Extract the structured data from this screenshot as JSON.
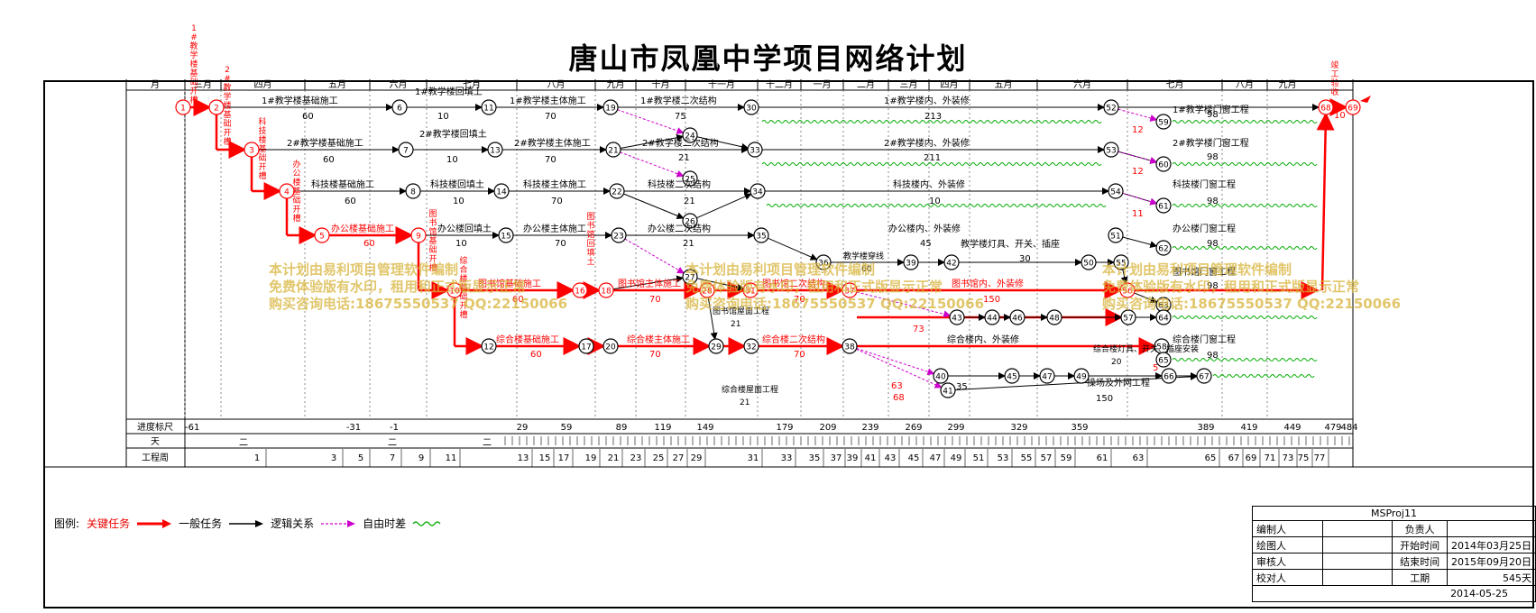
{
  "title": "唐山市凤凰中学项目网络计划",
  "timeline": {
    "month_first_label": "月",
    "months": [
      "三月",
      "四月",
      "五月",
      "六月",
      "七月",
      "八月",
      "九月",
      "十月",
      "十一月",
      "十二月",
      "一月",
      "二月",
      "三月",
      "四月",
      "五月",
      "六月",
      "七月",
      "八月",
      "九月"
    ],
    "scale_label": "进度标尺",
    "scale_ticks": [
      "-61",
      "-31",
      "-1",
      "29",
      "59",
      "89",
      "119",
      "149",
      "179",
      "209",
      "239",
      "269",
      "299",
      "329",
      "359",
      "389",
      "419",
      "449",
      "479",
      "484"
    ],
    "day_label": "天",
    "day_values": [
      "二",
      "二",
      "二"
    ],
    "week_label": "工程周",
    "week_numbers": [
      "1",
      "3",
      "5",
      "7",
      "9",
      "11",
      "13",
      "15",
      "17",
      "19",
      "21",
      "23",
      "25",
      "27",
      "29",
      "31",
      "33",
      "35",
      "37",
      "39",
      "41",
      "43",
      "45",
      "47",
      "49",
      "51",
      "53",
      "55",
      "57",
      "59",
      "61",
      "63",
      "65",
      "67",
      "69",
      "71",
      "73",
      "75",
      "77"
    ]
  },
  "network": {
    "nodes": [
      "1",
      "2",
      "3",
      "4",
      "5",
      "6",
      "7",
      "8",
      "9",
      "10",
      "11",
      "12",
      "13",
      "14",
      "15",
      "16",
      "17",
      "18",
      "19",
      "20",
      "21",
      "22",
      "23",
      "24",
      "25",
      "26",
      "27",
      "28",
      "29",
      "30",
      "31",
      "32",
      "33",
      "34",
      "35",
      "36",
      "37",
      "38",
      "39",
      "40",
      "41",
      "42",
      "43",
      "44",
      "45",
      "46",
      "47",
      "48",
      "49",
      "50",
      "51",
      "52",
      "53",
      "54",
      "55",
      "56",
      "57",
      "58",
      "59",
      "60",
      "61",
      "62",
      "63",
      "64",
      "65",
      "66",
      "67",
      "68",
      "69"
    ],
    "activities": [
      {
        "id": "a1",
        "label": "1#教学楼基础施工",
        "duration": "60"
      },
      {
        "id": "a2",
        "label": "1#教学楼回填土",
        "duration": "10"
      },
      {
        "id": "a3",
        "label": "1#教学楼主体施工",
        "duration": "70"
      },
      {
        "id": "a4",
        "label": "1#教学楼二次结构",
        "duration": "75"
      },
      {
        "id": "a5",
        "label": "1#教学楼内、外装修",
        "duration": "213"
      },
      {
        "id": "a6",
        "label": "2#教学楼基础施工",
        "duration": "60"
      },
      {
        "id": "a7",
        "label": "2#教学楼回填土",
        "duration": "10"
      },
      {
        "id": "a8",
        "label": "2#教学楼主体施工",
        "duration": "70"
      },
      {
        "id": "a9",
        "label": "2#教学楼二次结构",
        "duration": "21"
      },
      {
        "id": "a10",
        "label": "2#教学楼内、外装修",
        "duration": "211"
      },
      {
        "id": "a11",
        "label": "科技楼基础施工",
        "duration": "60"
      },
      {
        "id": "a12",
        "label": "科技楼回填土",
        "duration": "10"
      },
      {
        "id": "a13",
        "label": "科技楼主体施工",
        "duration": "70"
      },
      {
        "id": "a14",
        "label": "科技楼二次结构",
        "duration": "21"
      },
      {
        "id": "a15",
        "label": "科技楼内、外装修",
        "duration": "10"
      },
      {
        "id": "a16",
        "label": "办公楼基础施工",
        "duration": "60"
      },
      {
        "id": "a17",
        "label": "办公楼回填土",
        "duration": "10"
      },
      {
        "id": "a18",
        "label": "办公楼主体施工",
        "duration": "70"
      },
      {
        "id": "a19",
        "label": "办公楼二次结构",
        "duration": "21"
      },
      {
        "id": "a20",
        "label": "办公楼内、外装修",
        "duration": "45"
      },
      {
        "id": "a21",
        "label": "图书馆基础施工",
        "duration": "60"
      },
      {
        "id": "a22",
        "label": "图书馆主体施工",
        "duration": "70"
      },
      {
        "id": "a23",
        "label": "图书馆二次结构",
        "duration": "70"
      },
      {
        "id": "a24",
        "label": "图书馆屋面工程",
        "duration": "21"
      },
      {
        "id": "a25",
        "label": "图书馆内、外装修",
        "duration": "150"
      },
      {
        "id": "a26",
        "label": "综合楼基础施工",
        "duration": "60"
      },
      {
        "id": "a27",
        "label": "综合楼主体施工",
        "duration": "70"
      },
      {
        "id": "a28",
        "label": "综合楼二次结构",
        "duration": "70"
      },
      {
        "id": "a29",
        "label": "综合楼屋面工程",
        "duration": "21"
      },
      {
        "id": "a30",
        "label": "综合楼内、外装修",
        "duration": "35"
      },
      {
        "id": "a31",
        "label": "教学楼穿线",
        "duration": "60"
      },
      {
        "id": "a32",
        "label": "教学楼灯具、开关、插座",
        "duration": "30"
      },
      {
        "id": "a33",
        "label": "综合楼灯具、开关、插座安装",
        "duration": "20"
      },
      {
        "id": "a34",
        "label": "操场及外网工程",
        "duration": "150"
      },
      {
        "id": "a35",
        "label": "1#教学楼门窗工程",
        "duration": "98"
      },
      {
        "id": "a36",
        "label": "2#教学楼门窗工程",
        "duration": "98"
      },
      {
        "id": "a37",
        "label": "科技楼门窗工程",
        "duration": "98"
      },
      {
        "id": "a38",
        "label": "办公楼门窗工程",
        "duration": "98"
      },
      {
        "id": "a39",
        "label": "图书馆门窗工程",
        "duration": "98"
      },
      {
        "id": "a40",
        "label": "综合楼门窗工程",
        "duration": "98"
      }
    ],
    "vertical_labels": [
      "1#教学楼基础开槽",
      "2#教学楼基础开槽",
      "科技楼基础开槽",
      "办公楼基础开槽",
      "图书馆基础开槽",
      "综合楼基础开槽",
      "图书馆回填土",
      "竣工验收"
    ],
    "float_labels": [
      "12",
      "12",
      "11",
      "73",
      "63",
      "68",
      "10",
      "5"
    ]
  },
  "watermark": {
    "line1": "本计划由易利项目管理软件编制",
    "line2": "免费体验版有水印，租用和正式版显示正常",
    "line3": "购买咨询电话:18675550537 QQ:22150066"
  },
  "legend": {
    "prefix": "图例:",
    "critical": "关键任务",
    "normal": "一般任务",
    "logic": "逻辑关系",
    "float": "自由时差"
  },
  "info": {
    "project": "MSProj11",
    "rows": [
      {
        "k": "编制人",
        "v": "",
        "k2": "负责人",
        "v2": ""
      },
      {
        "k": "绘图人",
        "v": "",
        "k2": "开始时间",
        "v2": "2014年03月25日"
      },
      {
        "k": "审核人",
        "v": "",
        "k2": "结束时间",
        "v2": "2015年09月20日"
      },
      {
        "k": "校对人",
        "v": "",
        "k2": "工期",
        "v2": "545天"
      }
    ],
    "date": "2014-05-25"
  },
  "colors": {
    "critical": "#ff0000",
    "normal": "#000000",
    "logic": "#cc00cc",
    "float": "#00aa00",
    "watermark": "#d8b43a"
  }
}
